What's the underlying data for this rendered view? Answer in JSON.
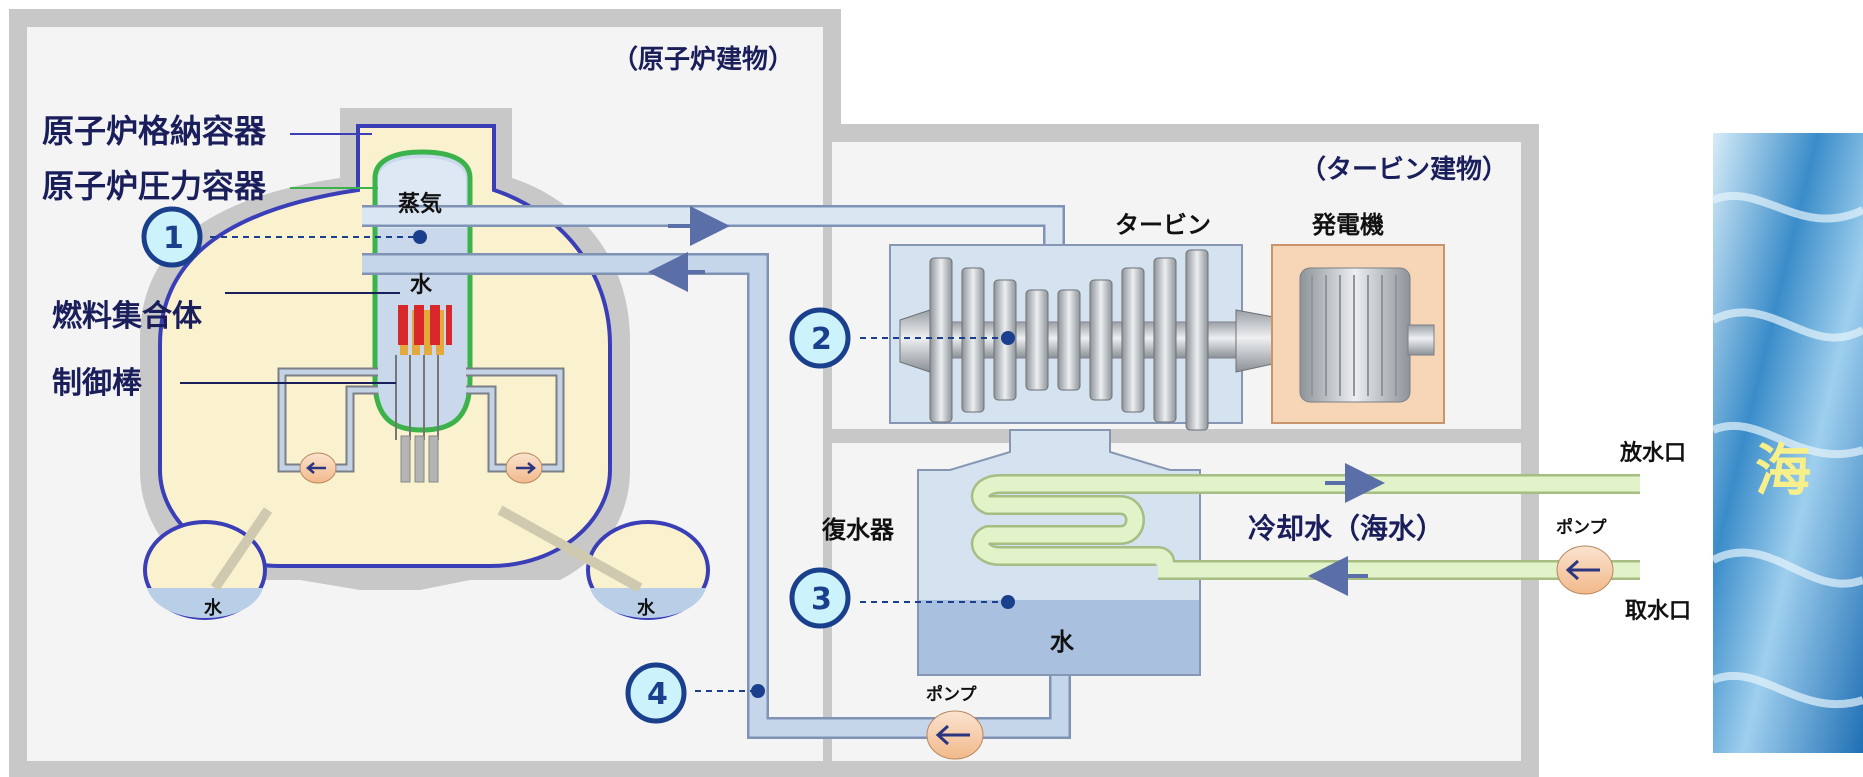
{
  "buildings": {
    "reactor": "（原子炉建物）",
    "turbine": "（タービン建物）"
  },
  "labels": {
    "containment": "原子炉格納容器",
    "pressure_vessel": "原子炉圧力容器",
    "fuel_assembly": "燃料集合体",
    "control_rod": "制御棒",
    "steam": "蒸気",
    "water_core": "水",
    "water_left": "水",
    "water_right": "水",
    "turbine": "タービン",
    "generator": "発電機",
    "condenser": "復水器",
    "water_condenser": "水",
    "cooling_water": "冷却水（海水）",
    "pump_sea": "ポンプ",
    "pump_feed": "ポンプ",
    "outlet": "放水口",
    "intake": "取水口",
    "sea": "海"
  },
  "markers": [
    "1",
    "2",
    "3",
    "4"
  ],
  "colors": {
    "building": "#c8c8c8",
    "containment_fill": "#faf2cf",
    "containment_line": "#3a3fb8",
    "vessel_line": "#3cb34a",
    "pipe": "#c5d6ea",
    "cooling_pipe": "#dcefb9",
    "marker_fill": "#ccf2fc",
    "marker_line": "#1a3f8c",
    "sea": "#2b7fc0",
    "sea_text": "#f7f08a",
    "generator_bg": "#f6d6b6"
  }
}
